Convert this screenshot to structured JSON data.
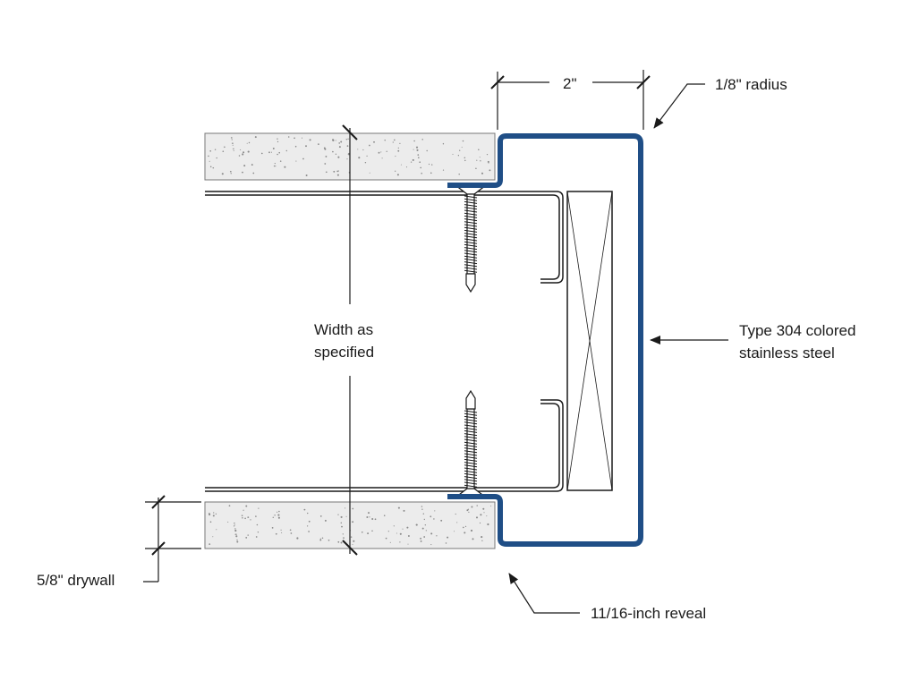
{
  "labels": {
    "dim_top": "2\"",
    "radius": "1/8\" radius",
    "width_line1": "Width as",
    "width_line2": "specified",
    "material_line1": "Type 304 colored",
    "material_line2": "stainless steel",
    "drywall": "5/8\" drywall",
    "reveal": "11/16-inch reveal"
  },
  "colors": {
    "steel": "#1f4e86",
    "line": "#1a1a1a",
    "drywall_fill": "#ececec",
    "speckle": "#8a8a8a"
  }
}
